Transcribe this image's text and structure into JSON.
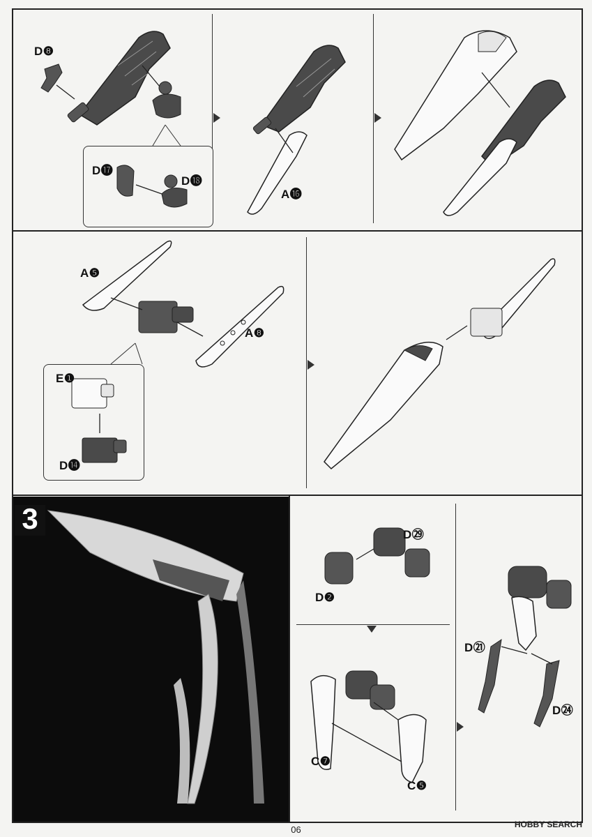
{
  "step": {
    "number": "3"
  },
  "parts": {
    "top_left": {
      "d8": "D❽",
      "d17": "D⓱",
      "d18": "D⓲"
    },
    "top_mid": {
      "a16": "A⓰"
    },
    "mid_left": {
      "a5": "A❺",
      "a8": "A❽",
      "e1": "E❶",
      "d14": "D⓮"
    },
    "bottom_mid": {
      "d29": "D㉙",
      "d2": "D❷",
      "c7": "C❼",
      "c5": "C❺"
    },
    "bottom_right": {
      "d21": "D㉑",
      "d24": "D㉔"
    }
  },
  "footer": {
    "page_number": "06",
    "watermark": "HOBBY SEARCH"
  },
  "colors": {
    "part_dark": "#4a4a4a",
    "part_light": "#fafafa",
    "outline": "#222222",
    "photo_bg": "#0c0c0c"
  }
}
